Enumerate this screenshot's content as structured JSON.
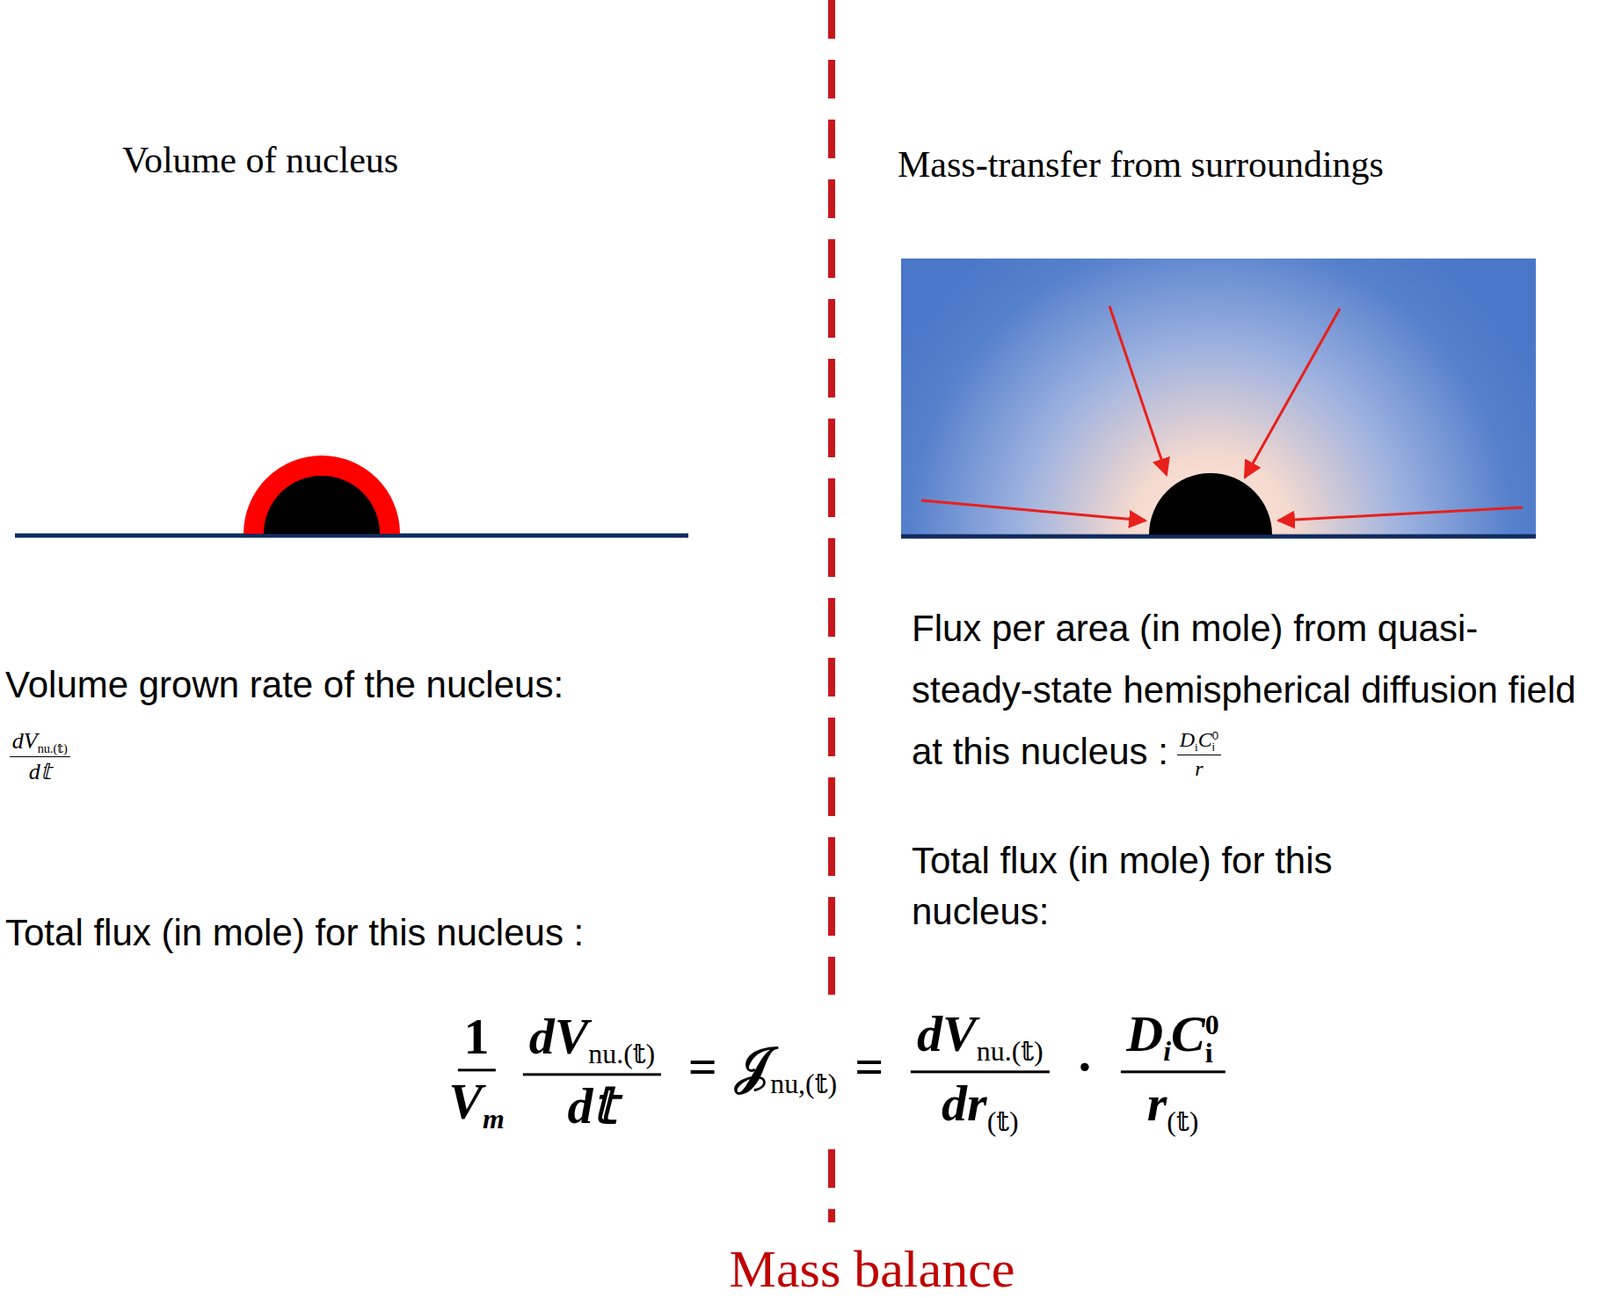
{
  "diagram": {
    "labels": [
      "Volume of nucleus",
      "Mass-transfer from surroundings",
      "Volume grown rate of the nucleus:",
      "dV",
      "nu.(𝕥)",
      "d𝕥",
      "Flux per area (in mole) from quasi-steady-state hemispherical diffusion field at this nucleus :",
      "D",
      "i",
      "C",
      "i",
      "0",
      "r",
      "Total flux (in mole) for this nucleus :",
      "Total flux (in mole) for this nucleus:",
      "1",
      "V",
      "m",
      "dV",
      "nu.(𝕥)",
      "d𝕥",
      "=",
      "𝒥",
      "nu,(𝕥)",
      "=",
      "dV",
      "nu.(𝕥)",
      "dr",
      "(𝕥)",
      "·",
      "D",
      "i",
      "C",
      "i",
      "0",
      "r",
      "(𝕥)",
      "Mass balance"
    ]
  }
}
